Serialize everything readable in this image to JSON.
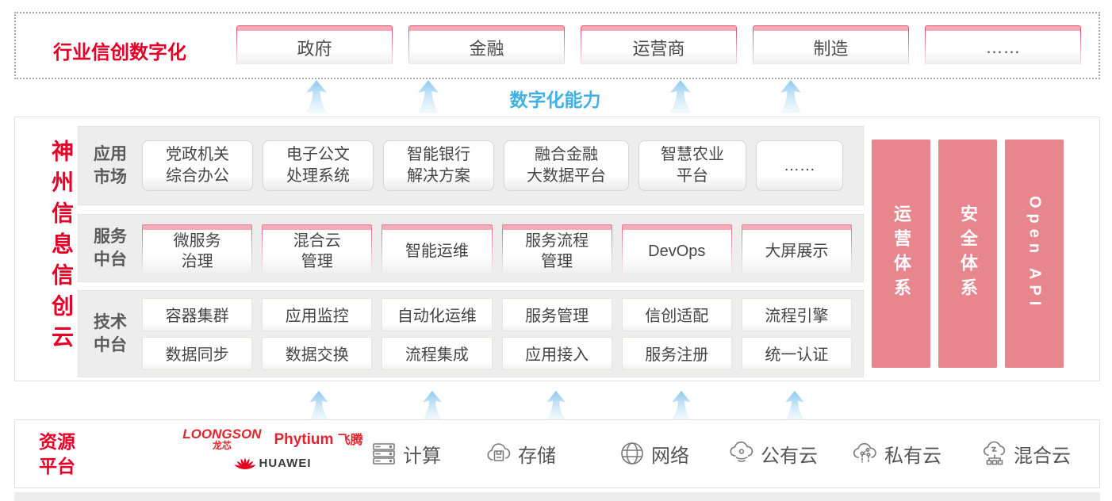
{
  "colors": {
    "accent_red": "#e60027",
    "bar_pink": "#e8868d",
    "capability_blue": "#41b1e4"
  },
  "top_box": {
    "label": "行业信创数字化",
    "industries": [
      "政府",
      "金融",
      "运营商",
      "制造",
      "……"
    ]
  },
  "capability_label": "数字化能力",
  "main_box": {
    "vertical_title": "神州信息信创云",
    "rows": [
      {
        "label": [
          "应用",
          "市场"
        ],
        "cards": [
          [
            "党政机关",
            "综合办公"
          ],
          [
            "电子公文",
            "处理系统"
          ],
          [
            "智能银行",
            "解决方案"
          ],
          [
            "融合金融",
            "大数据平台"
          ],
          [
            "智慧农业",
            "平台"
          ],
          [
            "……"
          ]
        ]
      },
      {
        "label": [
          "服务",
          "中台"
        ],
        "cards": [
          [
            "微服务",
            "治理"
          ],
          [
            "混合云",
            "管理"
          ],
          [
            "智能运维"
          ],
          [
            "服务流程",
            "管理"
          ],
          [
            "DevOps"
          ],
          [
            "大屏展示"
          ]
        ]
      },
      {
        "label": [
          "技术",
          "中台"
        ],
        "cards_top": [
          "容器集群",
          "应用监控",
          "自动化运维",
          "服务管理",
          "信创适配",
          "流程引擎"
        ],
        "cards_bottom": [
          "数据同步",
          "数据交换",
          "流程集成",
          "应用接入",
          "服务注册",
          "统一认证"
        ]
      }
    ],
    "side_bars": [
      "运营体系",
      "安全体系",
      "Open API"
    ]
  },
  "resource_box": {
    "label": [
      "资源",
      "平台"
    ],
    "vendors": {
      "loongson": "LOONGSON",
      "loongson_cn": "龙芯",
      "phytium": "Phytium",
      "phytium_cn": "飞腾",
      "huawei": "HUAWEI"
    },
    "items": [
      {
        "icon": "compute-icon",
        "label": "计算"
      },
      {
        "icon": "storage-icon",
        "label": "存储"
      },
      {
        "icon": "network-icon",
        "label": "网络"
      },
      {
        "icon": "public-cloud-icon",
        "label": "公有云"
      },
      {
        "icon": "private-cloud-icon",
        "label": "私有云"
      },
      {
        "icon": "hybrid-cloud-icon",
        "label": "混合云"
      }
    ]
  }
}
